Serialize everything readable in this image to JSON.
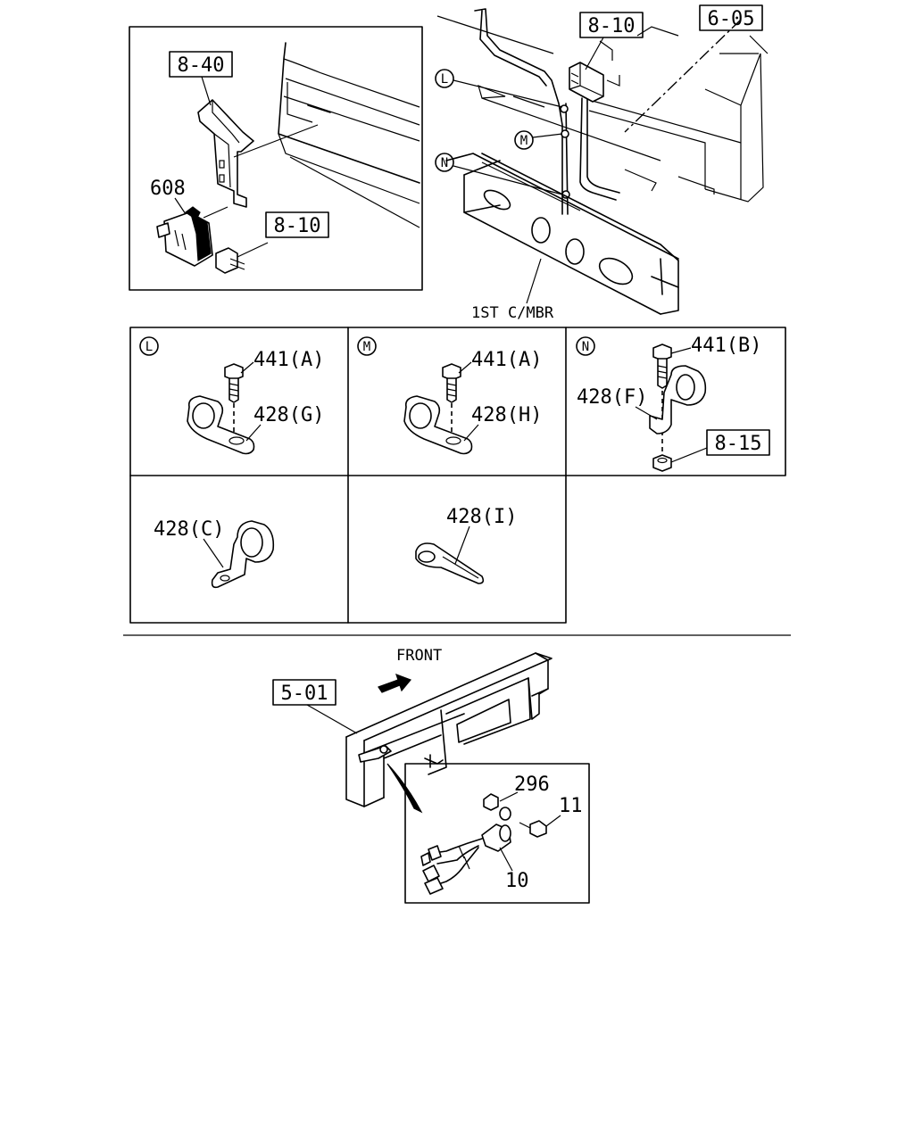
{
  "top_left_panel": {
    "ref_bracket": "8-40",
    "ref_connector": "8-10",
    "part_switch": "608"
  },
  "top_right_panel": {
    "ref_harness": "8-10",
    "ref_crossmember": "6-05",
    "callout_l": "L",
    "callout_m": "M",
    "callout_n": "N",
    "crossmember_label": "1ST C/MBR"
  },
  "detail_grid": {
    "cell_l": {
      "callout": "L",
      "bolt": "441(A)",
      "clip": "428(G)"
    },
    "cell_m": {
      "callout": "M",
      "bolt": "441(A)",
      "clip": "428(H)"
    },
    "cell_n": {
      "callout": "N",
      "bolt": "441(B)",
      "clip": "428(F)",
      "ref_nut": "8-15"
    },
    "cell_c": {
      "clip": "428(C)"
    },
    "cell_i": {
      "clip": "428(I)"
    }
  },
  "bottom_panel": {
    "ref_frame": "5-01",
    "front_label": "FRONT",
    "part_nut": "296",
    "part_bolt": "11",
    "part_sensor": "10"
  }
}
